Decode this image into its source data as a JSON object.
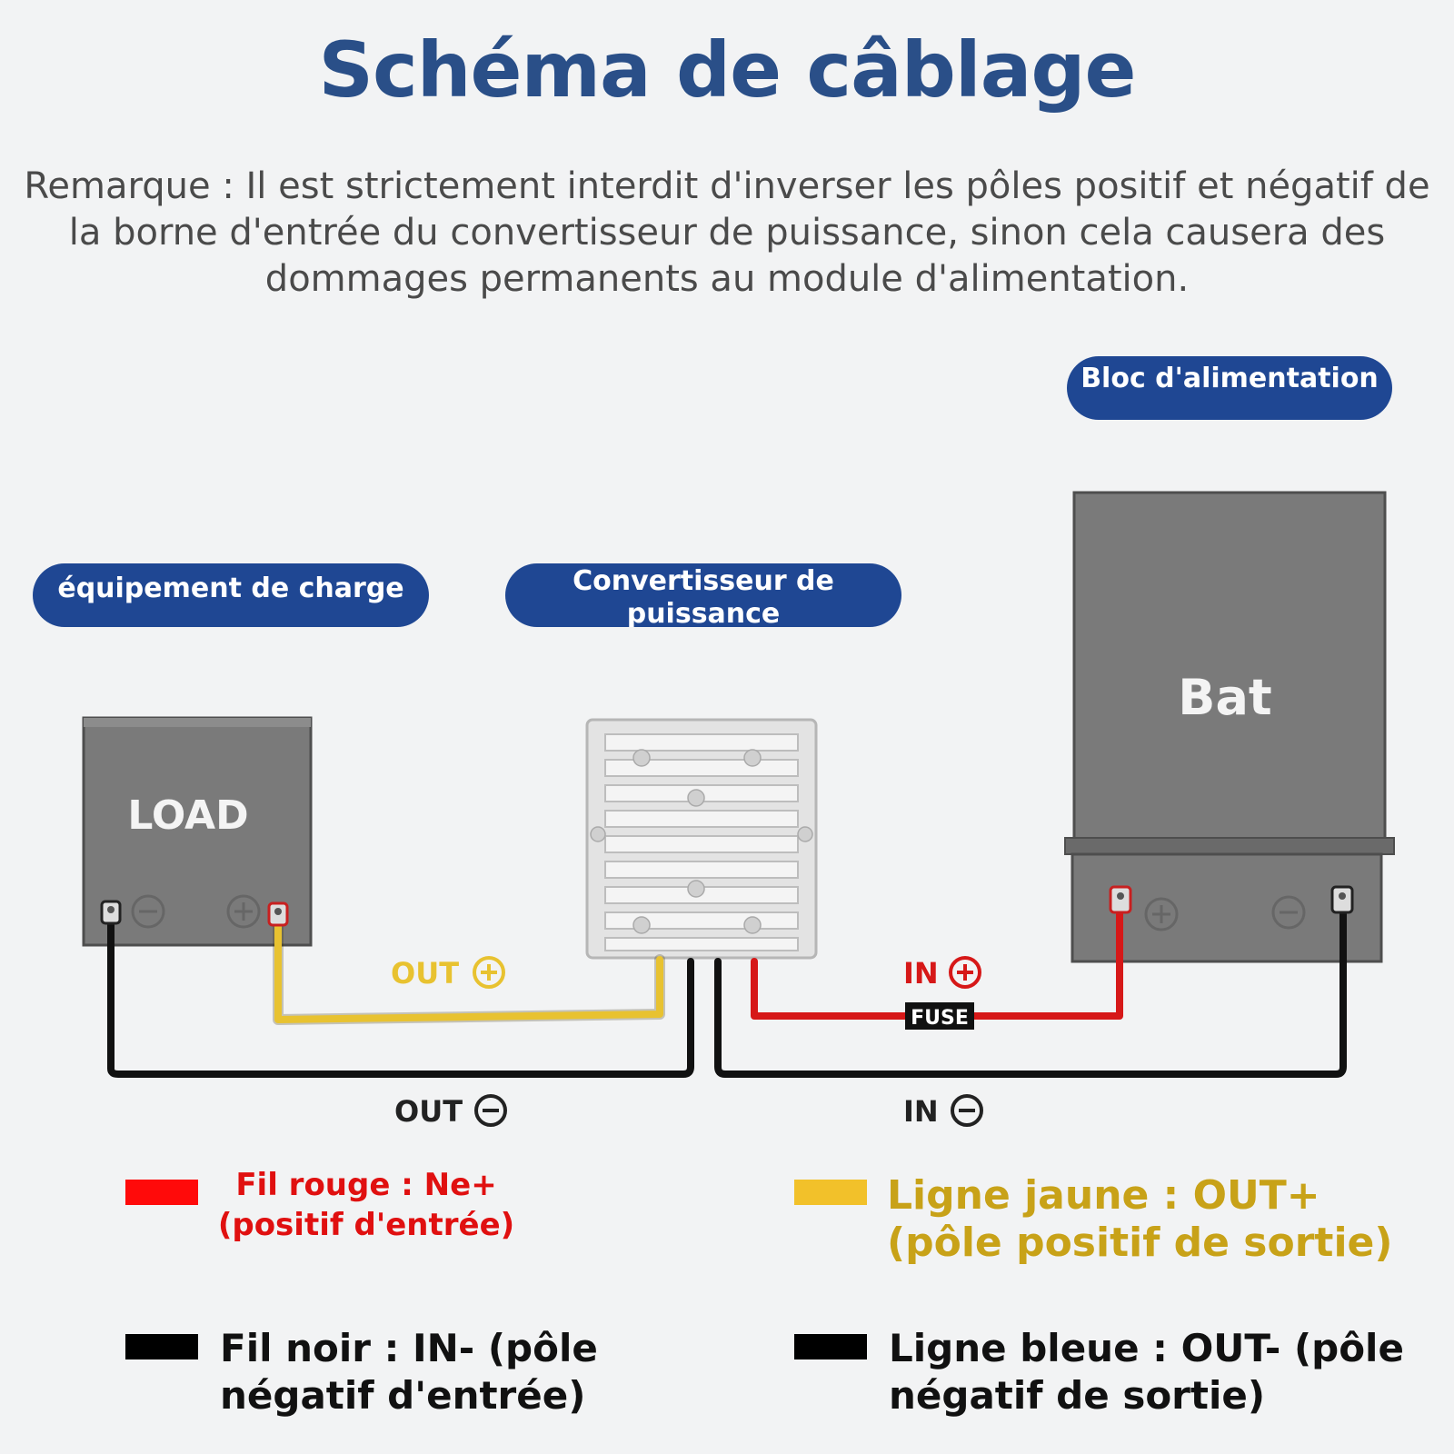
{
  "title": "Schéma de câblage",
  "note": "Remarque : Il est strictement interdit d'inverser les pôles positif et négatif de la borne d'entrée du convertisseur de puissance, sinon cela causera des dommages permanents au module d'alimentation.",
  "labels": {
    "charge": "équipement de charge",
    "converter": "Convertisseur de puissance",
    "power": "Bloc d'alimentation"
  },
  "devices": {
    "load": "LOAD",
    "battery": "Bat",
    "fuse": "FUSE"
  },
  "terminals": {
    "out_plus": "OUT",
    "out_minus": "OUT",
    "in_plus": "IN",
    "in_minus": "IN"
  },
  "legend": {
    "red": "Fil rouge : Ne+ (positif d'entrée)",
    "yellow": "Ligne jaune : OUT+ (pôle positif de sortie)",
    "black": "Fil noir : IN- (pôle négatif d'entrée)",
    "blue": "Ligne bleue : OUT- (pôle négatif de sortie)"
  },
  "colors": {
    "title": "#2a4f88",
    "pill": "#1f4793",
    "red_wire": "#d61818",
    "yellow_wire": "#e8c230",
    "black_wire": "#111111",
    "device_gray": "#7a7a7a"
  }
}
